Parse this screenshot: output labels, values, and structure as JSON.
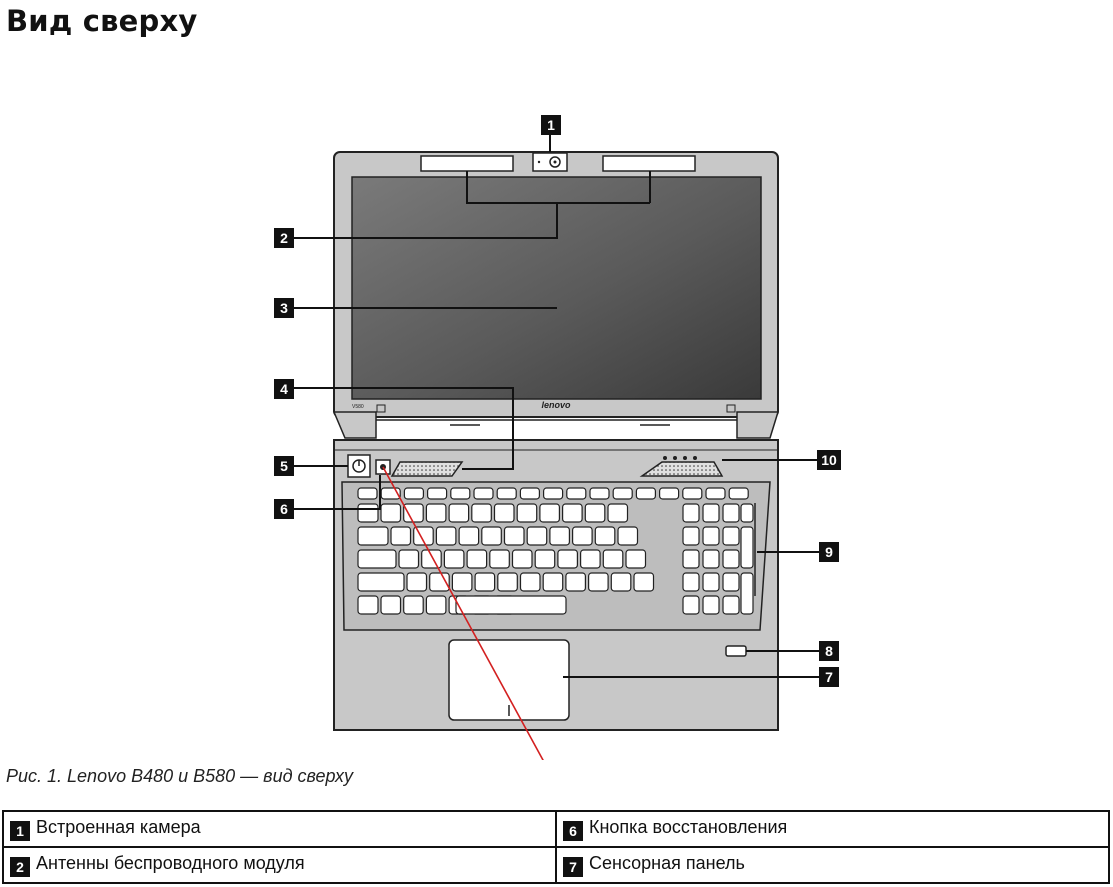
{
  "title": "Вид сверху",
  "caption": "Рис. 1. Lenovo B480 и B580 — вид сверху",
  "laptop": {
    "model_label": "V580",
    "brand": "lenovo"
  },
  "callouts": [
    "1",
    "2",
    "3",
    "4",
    "5",
    "6",
    "7",
    "8",
    "9",
    "10"
  ],
  "legend": [
    {
      "left": {
        "num": "1",
        "text": "Встроенная камера"
      },
      "right": {
        "num": "6",
        "text": "Кнопка восстановления"
      }
    },
    {
      "left": {
        "num": "2",
        "text": "Антенны беспроводного модуля"
      },
      "right": {
        "num": "7",
        "text": "Сенсорная панель"
      }
    }
  ],
  "colors": {
    "annotation_line": "#d32020",
    "badge": "#111111"
  }
}
